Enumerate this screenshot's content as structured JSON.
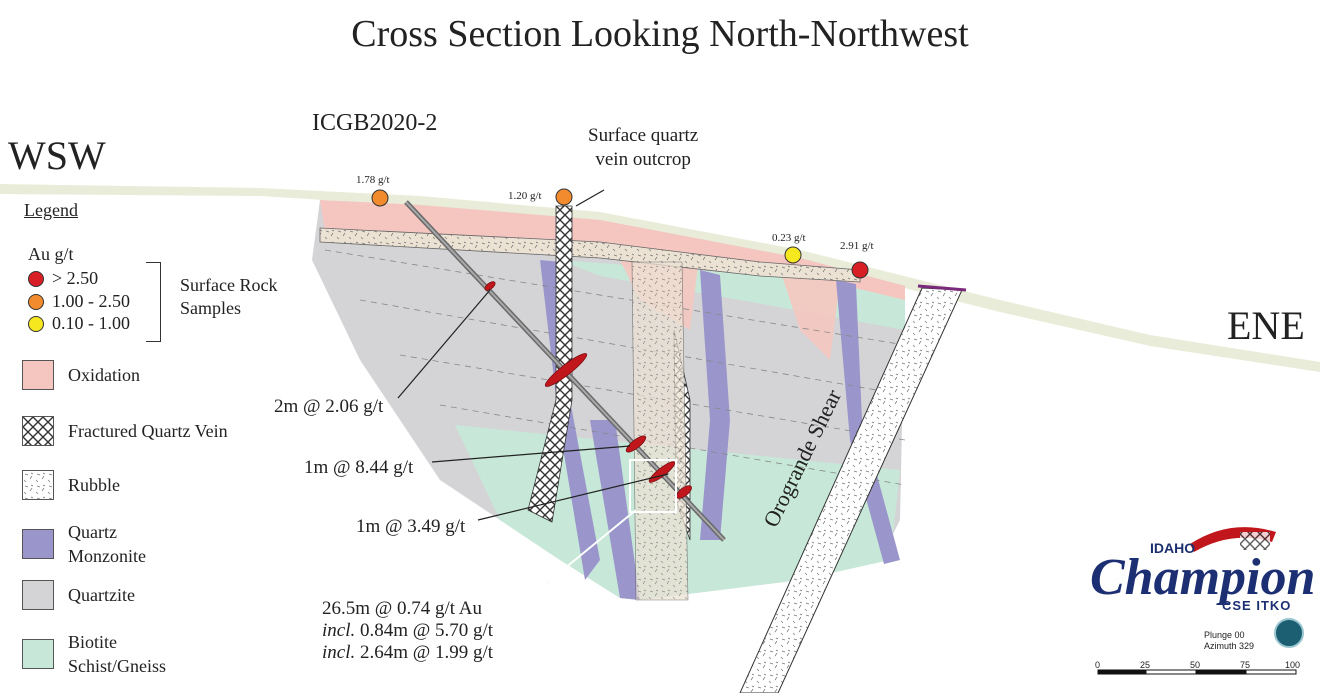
{
  "title": "Cross Section Looking North-Northwest",
  "directions": {
    "west": "WSW",
    "east": "ENE"
  },
  "drillhole": "ICGB2020-2",
  "outcrop_label": [
    "Surface quartz",
    "vein outcrop"
  ],
  "samples": [
    {
      "value": "1.78 g/t",
      "color": "#f28a2e"
    },
    {
      "value": "1.20 g/t",
      "color": "#f28a2e"
    },
    {
      "value": "0.23 g/t",
      "color": "#f5e81e"
    },
    {
      "value": "2.91 g/t",
      "color": "#d91f26"
    }
  ],
  "legend": {
    "title": "Legend",
    "au_title": "Au g/t",
    "au_classes": [
      {
        "label": "> 2.50",
        "color": "#d91f26"
      },
      {
        "label": "1.00 - 2.50",
        "color": "#f28a2e"
      },
      {
        "label": "0.10 - 1.00",
        "color": "#f5e81e"
      }
    ],
    "surface_samples": [
      "Surface Rock",
      "Samples"
    ],
    "units": [
      {
        "label": "Oxidation",
        "color": "#f5c6c0"
      },
      {
        "label": "Fractured Quartz Vein",
        "color": "#ffffff"
      },
      {
        "label": "Rubble",
        "color": "#ffffff"
      },
      {
        "label": "Quartz Monzonite",
        "line1": "Quartz",
        "line2": "Monzonite",
        "color": "#9a96cc"
      },
      {
        "label": "Quartzite",
        "color": "#d4d4d6"
      },
      {
        "label": "Biotite Schist/Gneiss",
        "line1": "Biotite",
        "line2": "Schist/Gneiss",
        "color": "#c7e8d8"
      }
    ]
  },
  "intercepts": [
    "2m @ 2.06 g/t",
    "1m @ 8.44 g/t",
    "1m @ 3.49 g/t"
  ],
  "composite": {
    "main": "26.5m @ 0.74 g/t Au",
    "incl1_prefix": "incl.",
    "incl1": " 0.84m @ 5.70 g/t",
    "incl2_prefix": "incl.",
    "incl2": " 2.64m @ 1.99 g/t"
  },
  "fault": "Orogrande Shear",
  "logo": {
    "top": "IDAHO",
    "main": "Champion",
    "sub": "CSE ITKO"
  },
  "orientation": {
    "plunge": "Plunge 00",
    "azimuth": "Azimuth 329"
  },
  "scale_ticks": [
    "0",
    "25",
    "50",
    "75",
    "100"
  ]
}
